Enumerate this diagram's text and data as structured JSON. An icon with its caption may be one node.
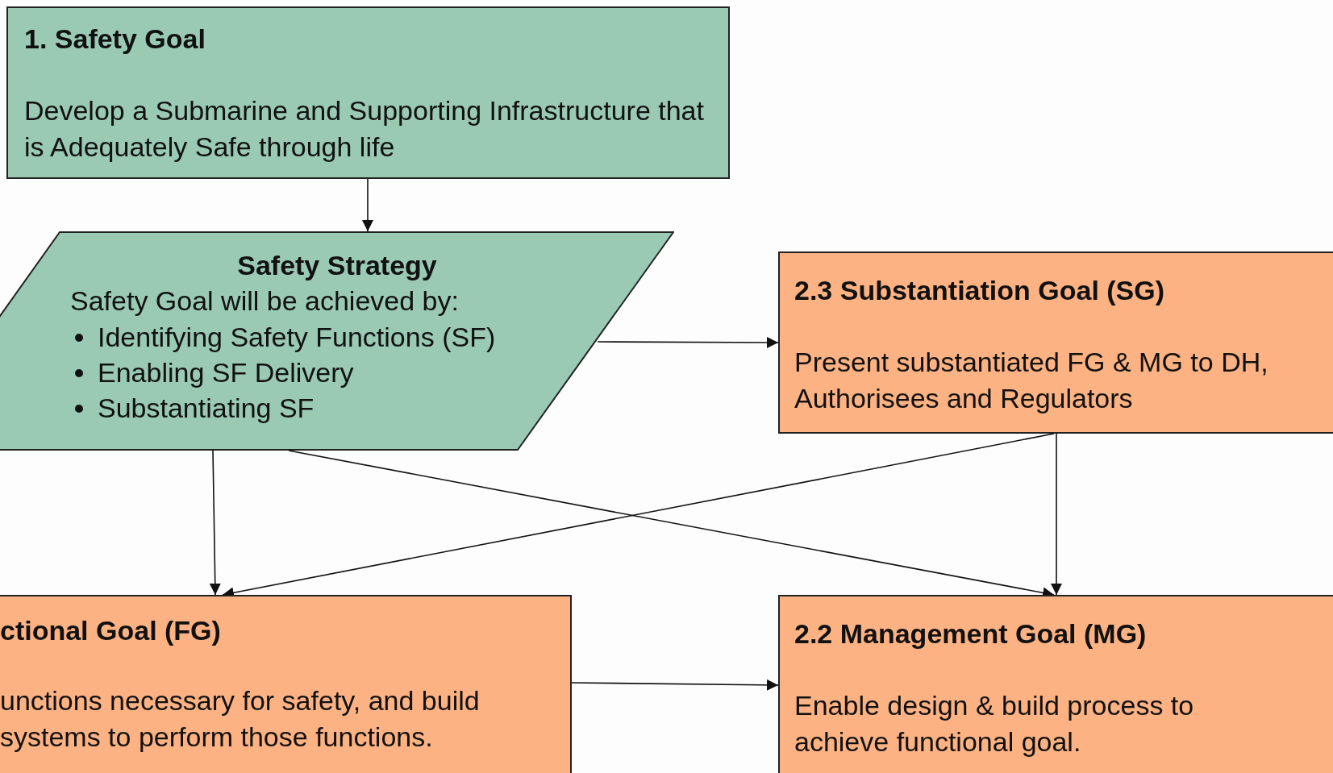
{
  "diagram": {
    "nodes": [
      {
        "text": [
          "1. Safety Goal",
          "Develop a Submarine and Supporting Infrastructure that is Adequately Safe through life"
        ]
      },
      {
        "text": [
          "Safety Strategy",
          "Safety Goal will be achieved by:",
          "Identifying Safety Functions (SF)",
          "Enabling SF Delivery",
          "Substantiating SF"
        ]
      },
      {
        "text": [
          "2.3  Substantiation Goal (SG)",
          "Present  substantiated FG & MG to DH, Authorisees and Regulators"
        ]
      },
      {
        "text": [
          "ctional Goal (FG)",
          "unctions necessary for safety, and build systems to perform those functions."
        ]
      },
      {
        "text": [
          "2.2  Management Goal (MG)",
          "Enable design & build process to achieve functional goal."
        ]
      }
    ],
    "edges": [
      {
        "from": 0,
        "to": 1,
        "arrow": "to"
      },
      {
        "from": 1,
        "to": 2,
        "arrow": "to"
      },
      {
        "from": 1,
        "to": 3,
        "arrow": "to"
      },
      {
        "from": 1,
        "to": 4,
        "arrow": "to"
      },
      {
        "from": 2,
        "to": 3,
        "arrow": "to"
      },
      {
        "from": 2,
        "to": 4,
        "arrow": "to"
      },
      {
        "from": 3,
        "to": 4,
        "arrow": "to"
      }
    ]
  }
}
